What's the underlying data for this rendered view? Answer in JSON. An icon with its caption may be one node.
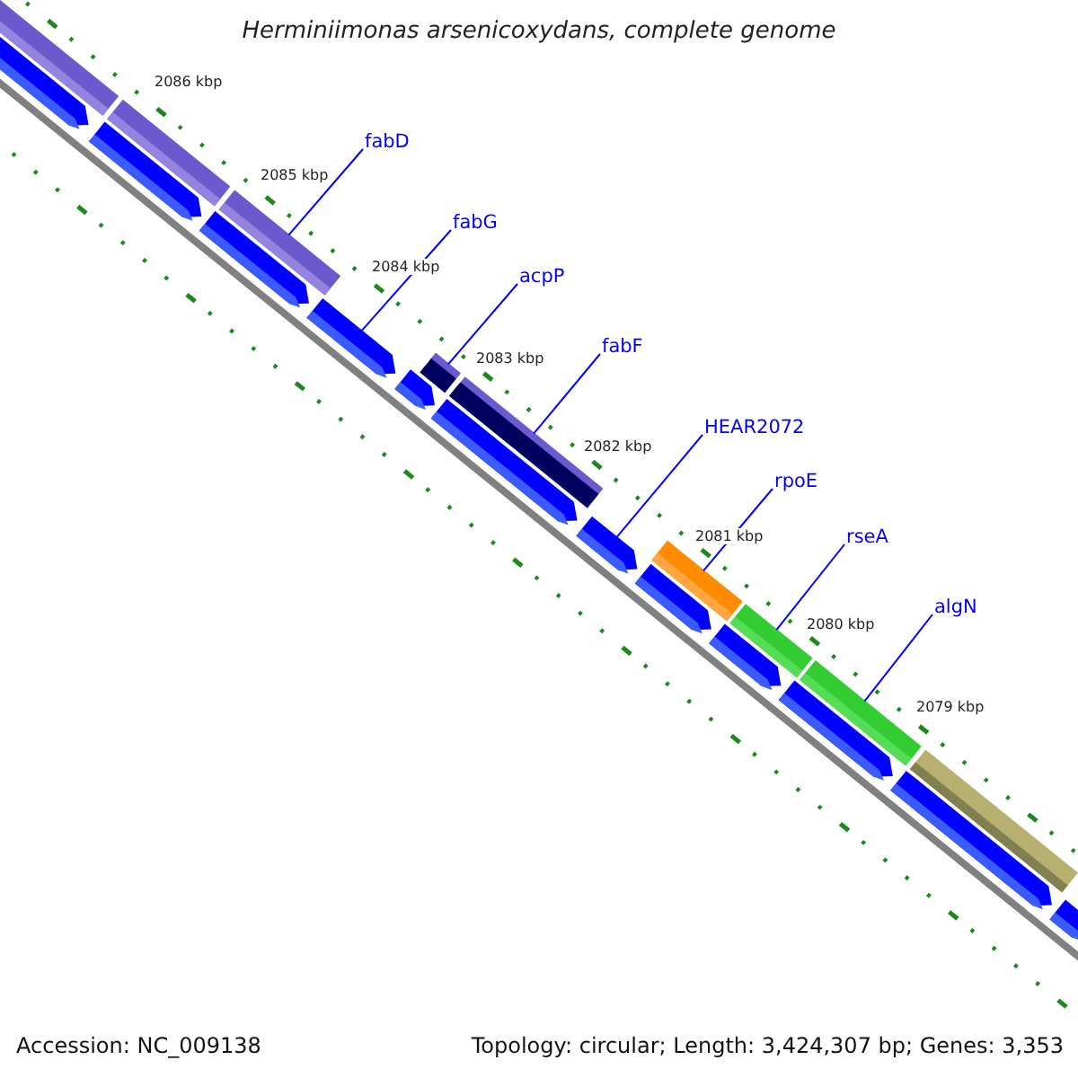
{
  "diagram": {
    "title": "Herminiimonas arsenicoxydans, complete genome",
    "nodes": [
      {
        "text": [
          "fabD"
        ]
      },
      {
        "text": [
          "fabG"
        ]
      },
      {
        "text": [
          "acpP"
        ]
      },
      {
        "text": [
          "fabF"
        ]
      },
      {
        "text": [
          "HEAR2072"
        ]
      },
      {
        "text": [
          "rpoE"
        ]
      },
      {
        "text": [
          "rseA"
        ]
      },
      {
        "text": [
          "algN"
        ]
      },
      {
        "text": [],
        "shape": "bar"
      },
      {
        "text": [],
        "shape": "arrow"
      },
      {
        "text": [],
        "shape": "bar"
      },
      {
        "text": [],
        "shape": "arrow"
      },
      {
        "text": [],
        "shape": "arrow"
      },
      {
        "text": [],
        "shape": "bar"
      },
      {
        "text": [],
        "shape": "arrow"
      },
      {
        "text": [],
        "shape": "arrow"
      },
      {
        "text": [],
        "shape": "bar"
      },
      {
        "text": [],
        "shape": "bar"
      },
      {
        "text": [],
        "shape": "arrow"
      },
      {
        "text": [],
        "shape": "arrow"
      },
      {
        "text": [],
        "shape": "bar"
      },
      {
        "text": [],
        "shape": "arrow"
      },
      {
        "text": [],
        "shape": "arrow"
      },
      {
        "text": [],
        "shape": "bar"
      },
      {
        "text": [],
        "shape": "arrow"
      },
      {
        "text": [],
        "shape": "bar"
      },
      {
        "text": [],
        "shape": "arrow"
      },
      {
        "text": [],
        "shape": "bar"
      },
      {
        "text": [],
        "shape": "arrow"
      }
    ],
    "edges": [
      {
        "from": 0,
        "to": 13,
        "arrow": "none"
      },
      {
        "from": 1,
        "to": 14,
        "arrow": "none"
      },
      {
        "from": 2,
        "to": 16,
        "arrow": "none"
      },
      {
        "from": 3,
        "to": 17,
        "arrow": "none"
      },
      {
        "from": 4,
        "to": 19,
        "arrow": "none"
      },
      {
        "from": 5,
        "to": 20,
        "arrow": "none"
      },
      {
        "from": 6,
        "to": 23,
        "arrow": "none"
      },
      {
        "from": 7,
        "to": 25,
        "arrow": "none"
      }
    ],
    "labels": [
      "2086 kbp",
      "2085 kbp",
      "2084 kbp",
      "2083 kbp",
      "2082 kbp",
      "2081 kbp",
      "2080 kbp",
      "2079 kbp",
      "Accession: NC_009138",
      "Topology: circular; Length: 3,424,307 bp; Genes: 3,353"
    ]
  }
}
